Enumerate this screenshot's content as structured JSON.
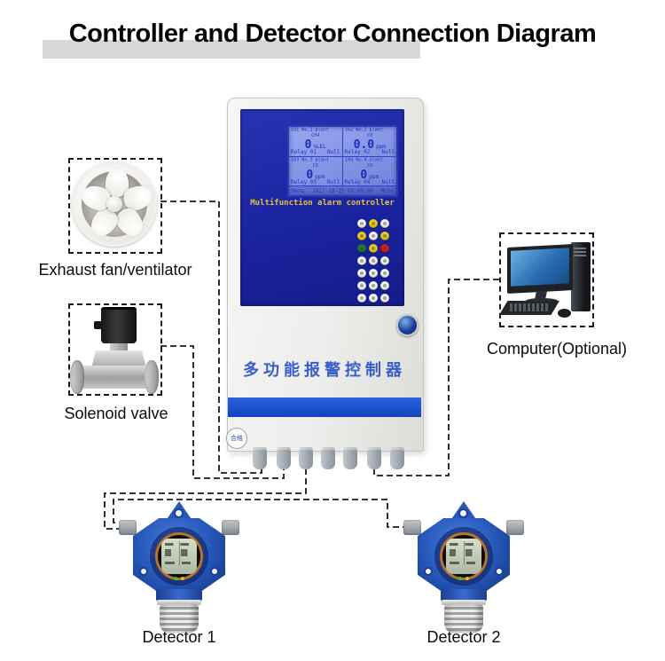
{
  "title": "Controller and Detector Connection Diagram",
  "peripherals": {
    "fan": {
      "label": "Exhaust fan/ventilator"
    },
    "valve": {
      "label": "Solenoid valve"
    },
    "computer": {
      "label": "Computer(Optional)"
    }
  },
  "detectors": [
    {
      "label": "Detector 1"
    },
    {
      "label": "Detector 2"
    }
  ],
  "controller": {
    "brand_label": "Multifunction alarm controller",
    "chinese_label": "多功能报警控制器",
    "qc_sticker": "合格",
    "lcd": {
      "channels": [
        {
          "header": "101 No.1 plant",
          "gas": "CH4",
          "value": "0",
          "unit": "%LEL",
          "relay": "Relay 01",
          "relay_status": "Null"
        },
        {
          "header": "102 No.2 plant",
          "gas": "CO",
          "value": "0.0",
          "unit": "ppm",
          "relay": "Relay 02",
          "relay_status": "Null"
        },
        {
          "header": "103 No.3 plant",
          "gas": "CO",
          "value": "0",
          "unit": "ppm",
          "relay": "Relay 03",
          "relay_status": "Null"
        },
        {
          "header": "104 No.4 plant",
          "gas": "CO",
          "value": "0",
          "unit": "ppm",
          "relay": "Relay 04",
          "relay_status": "Null"
        }
      ],
      "status_bar": {
        "left": "Menu",
        "center": "2017-10-25 09:00:00",
        "right": "Mute"
      }
    },
    "button_rows": [
      [
        "white",
        "yellow",
        "white"
      ],
      [
        "yellow",
        "white",
        "yellow"
      ],
      [
        "green",
        "yellow",
        "red"
      ],
      [
        "white",
        "white",
        "white"
      ],
      [
        "white",
        "white",
        "white"
      ],
      [
        "white",
        "white",
        "white"
      ],
      [
        "white",
        "white",
        "white"
      ]
    ]
  },
  "colors": {
    "panel_blue": "#1b28a8",
    "stripe_blue": "#1d55d4",
    "lcd_blue": "#8d9ce8",
    "lcd_text": "#2334b8",
    "brand_yellow": "#e5c23a",
    "detector_blue": "#2a5cc0",
    "button_white": "#f3f3f3",
    "button_yellow": "#e8c818",
    "button_green": "#1e7a2e",
    "button_red": "#cf1d1d",
    "wire_black": "#1a1a1a"
  }
}
